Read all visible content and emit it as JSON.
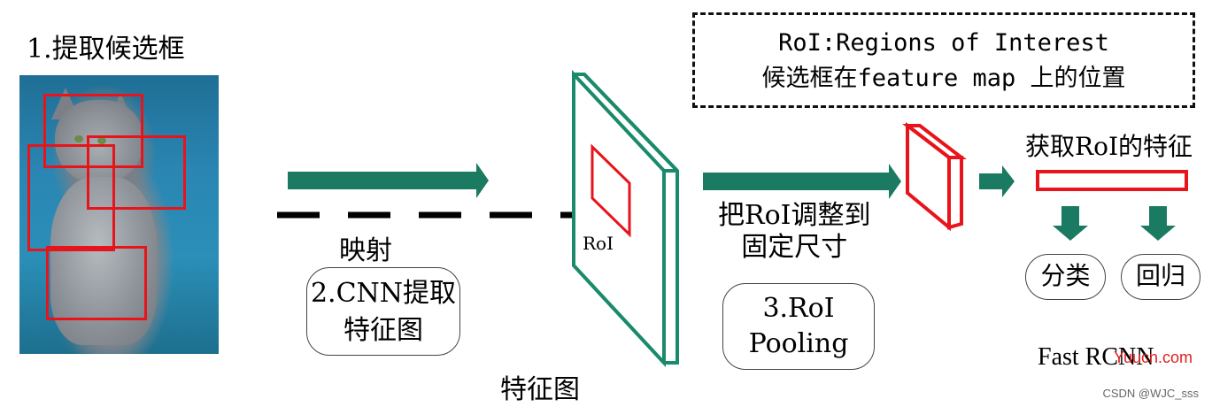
{
  "step1_label": "1.提取候选框",
  "step2_label_line1": "2.CNN提取",
  "step2_label_line2": "特征图",
  "mapping_label": "映射",
  "feature_map_label": "特征图",
  "roi_small_label": "RoI",
  "resize_label_line1": "把RoI调整到",
  "resize_label_line2": "固定尺寸",
  "step3_label_line1": "3.RoI",
  "step3_label_line2": "Pooling",
  "note_line1": "RoI:Regions of Interest",
  "note_line2": "候选框在feature map 上的位置",
  "get_feature_label": "获取RoI的特征",
  "classify_label": "分类",
  "regress_label": "回归",
  "caption": "Fast RCNN",
  "overlay_watermark": "Yuucn.com",
  "footer_watermark": "CSDN @WJC_sss",
  "colors": {
    "arrow_green": "#1a7a62",
    "box_red": "#e8141b",
    "feature_map_border": "#1a8a6c"
  }
}
